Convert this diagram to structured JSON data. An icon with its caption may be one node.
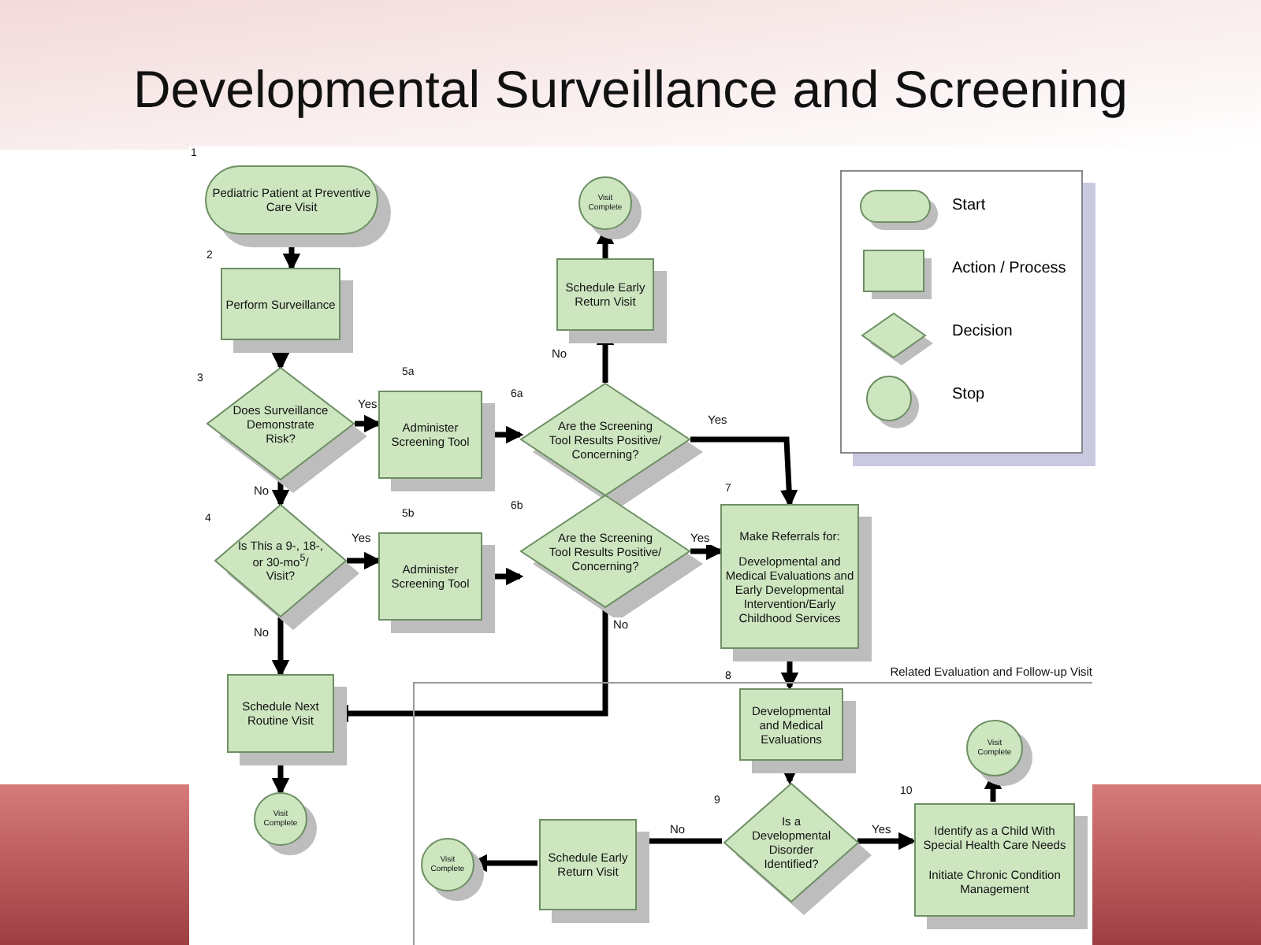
{
  "diagram": {
    "title": "Developmental Surveillance and Screening",
    "nodes": [
      {
        "text": [
          "Pediatric Patient at Preventive Care Visit"
        ],
        "beside": [
          "1"
        ]
      },
      {
        "text": [
          "Perform Surveillance"
        ],
        "beside": [
          "2"
        ]
      },
      {
        "text": [
          "Does Surveillance Demonstrate Risk?"
        ],
        "beside": [
          "3"
        ]
      },
      {
        "text": [
          "Administer Screening Tool"
        ],
        "beside": [
          "5a"
        ]
      },
      {
        "text": [
          "Are the Screening Tool Results Positive/ Concerning?"
        ],
        "beside": [
          "6a"
        ]
      },
      {
        "text": [
          "Schedule Early Return Visit"
        ]
      },
      {
        "text": [
          "Visit Complete"
        ]
      },
      {
        "text": [
          "Is This a 9-, 18-, or 30-mo$^{5}$/ Visit?"
        ],
        "beside": [
          "4"
        ]
      },
      {
        "text": [
          "Administer Screening Tool"
        ],
        "beside": [
          "5b"
        ]
      },
      {
        "text": [
          "Are the Screening Tool Results Positive/ Concerning?"
        ],
        "beside": [
          "6b"
        ]
      },
      {
        "text": [
          "Make Referrals for:",
          "Developmental and Medical Evaluations and Early Developmental Intervention/Early Childhood Services"
        ],
        "beside": [
          "7"
        ]
      },
      {
        "text": [
          "Schedule Next Routine Visit"
        ]
      },
      {
        "text": [
          "Visit Complete"
        ]
      },
      {
        "text": [
          "Related Evaluation and Follow-up Visit"
        ]
      },
      {
        "text": [
          "Developmental and Medical Evaluations"
        ],
        "beside": [
          "8"
        ],
        "in": 13
      },
      {
        "text": [
          "Is a Developmental Disorder Identified?"
        ],
        "beside": [
          "9"
        ],
        "in": 13
      },
      {
        "text": [
          "Schedule Early Return Visit"
        ],
        "in": 13
      },
      {
        "text": [
          "Visit Complete"
        ],
        "in": 13
      },
      {
        "text": [
          "Identify as a Child With Special Health Care Needs",
          "Initiate Chronic Condition Management"
        ],
        "beside": [
          "10"
        ],
        "in": 13
      },
      {
        "text": [
          "Visit Complete"
        ],
        "in": 13
      }
    ],
    "edges": [
      {
        "from": 0,
        "to": 1,
        "arrow": "to"
      },
      {
        "from": 1,
        "to": 2,
        "arrow": "to"
      },
      {
        "from": 2,
        "to": 3,
        "arrow": "to",
        "label": "Yes"
      },
      {
        "from": 2,
        "to": 7,
        "arrow": "to",
        "label": "No"
      },
      {
        "from": 3,
        "to": 4,
        "arrow": "to"
      },
      {
        "from": 4,
        "to": 5,
        "arrow": "to",
        "label": "No"
      },
      {
        "from": 5,
        "to": 6,
        "arrow": "to"
      },
      {
        "from": 4,
        "to": 10,
        "arrow": "to",
        "label": "Yes"
      },
      {
        "from": 7,
        "to": 8,
        "arrow": "to",
        "label": "Yes"
      },
      {
        "from": 7,
        "to": 11,
        "arrow": "to",
        "label": "No"
      },
      {
        "from": 8,
        "to": 9,
        "arrow": "to"
      },
      {
        "from": 9,
        "to": 10,
        "arrow": "to",
        "label": "Yes"
      },
      {
        "from": 9,
        "to": 11,
        "arrow": "to",
        "label": "No"
      },
      {
        "from": 11,
        "to": 12,
        "arrow": "to"
      },
      {
        "from": 10,
        "to": 14,
        "arrow": "to"
      },
      {
        "from": 14,
        "to": 15,
        "arrow": "to"
      },
      {
        "from": 15,
        "to": 16,
        "arrow": "to",
        "label": "No"
      },
      {
        "from": 16,
        "to": 17,
        "arrow": "to"
      },
      {
        "from": 15,
        "to": 18,
        "arrow": "to",
        "label": "Yes"
      },
      {
        "from": 18,
        "to": 19,
        "arrow": "to"
      }
    ],
    "legend": [
      {
        "text": "Start"
      },
      {
        "text": "Action / Process"
      },
      {
        "text": "Decision"
      },
      {
        "text": "Stop"
      }
    ]
  }
}
